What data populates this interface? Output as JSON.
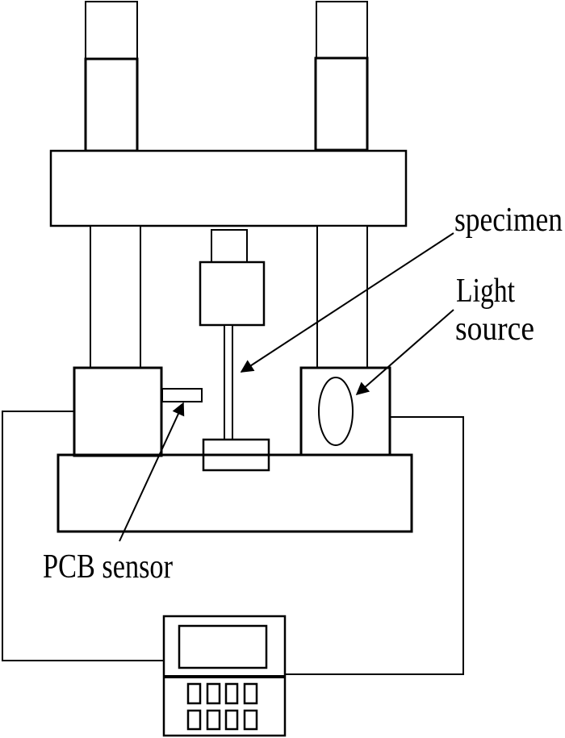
{
  "diagram": {
    "description": "schematic of a tensile testing machine with optical measurement",
    "background_color": "#ffffff",
    "line_color": "#000000",
    "text_color": "#000000",
    "labels": {
      "specimen": "specimen",
      "light_source_line1": "Light",
      "light_source_line2": "source",
      "pcb_sensor": "PCB sensor"
    },
    "component_names": [
      "left-piston-rod",
      "left-piston-cylinder",
      "right-piston-rod",
      "right-piston-cylinder",
      "crossbeam",
      "left-column",
      "right-column",
      "specimen-stem",
      "specimen-upper-grip",
      "specimen-rod",
      "specimen-lower-grip",
      "left-grip-block",
      "pcb-sensor-tab",
      "light-source-box",
      "light-source-lens",
      "machine-base",
      "left-cable",
      "right-cable",
      "controller-body",
      "controller-display",
      "controller-keypad"
    ]
  }
}
